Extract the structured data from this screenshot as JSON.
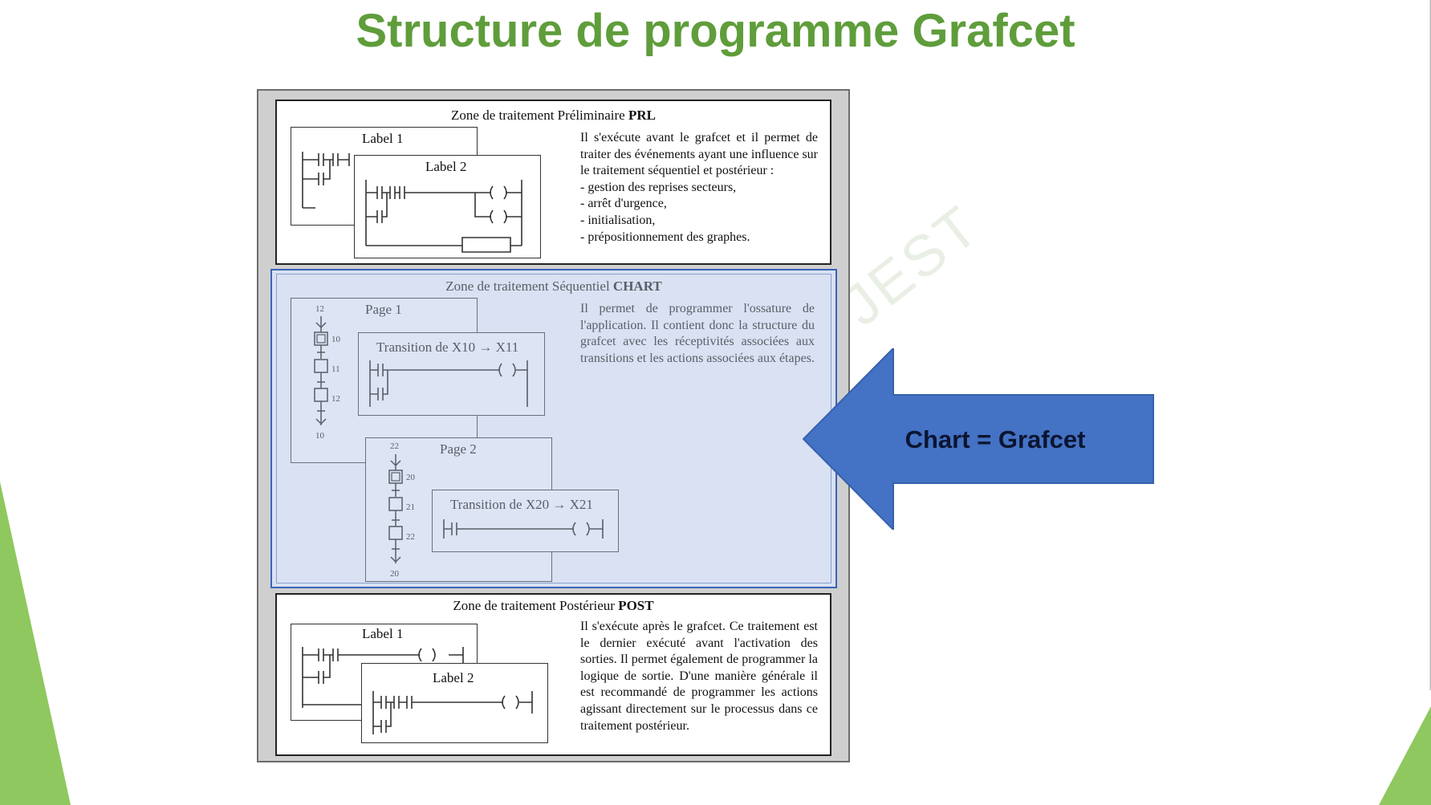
{
  "title": "Structure de programme Grafcet",
  "watermark": "JEST",
  "colors": {
    "title_green": "#5f9d3b",
    "arrow_blue": "#4472c4",
    "chart_fill": "#d9e1f2"
  },
  "prl": {
    "title_prefix": "Zone de traitement Préliminaire",
    "title_bold": "PRL",
    "label1": "Label 1",
    "label2": "Label 2",
    "description": "Il s'exécute avant le grafcet et il permet de traiter des événements ayant une influence sur le traitement séquentiel et postérieur :",
    "items": [
      "- gestion des reprises secteurs,",
      "- arrêt d'urgence,",
      "- initialisation,",
      "- prépositionnement des graphes."
    ]
  },
  "chart": {
    "title_prefix": "Zone de traitement Séquentiel",
    "title_bold": "CHART",
    "page1": "Page 1",
    "page2": "Page 2",
    "transition1": "Transition de X10 → X11",
    "transition2": "Transition de X20 → X21",
    "page1_steps": {
      "from": "12",
      "s1": "10",
      "s2": "11",
      "s3": "12",
      "to": "10"
    },
    "page2_steps": {
      "from": "22",
      "s1": "20",
      "s2": "21",
      "s3": "22",
      "to": "20"
    },
    "description": "Il permet de programmer l'ossature de l'application. Il contient donc la structure du grafcet avec les réceptivités associées aux transitions et les actions associées aux étapes."
  },
  "post": {
    "title_prefix": "Zone de traitement Postérieur",
    "title_bold": "POST",
    "label1": "Label 1",
    "label2": "Label 2",
    "description": "Il s'exécute après le grafcet. Ce traitement est le dernier exécuté avant l'activation des sorties. Il permet également de programmer la logique de sortie. D'une manière générale il est recommandé de programmer les actions agissant directement sur le processus dans ce traitement postérieur."
  },
  "callout": {
    "text": "Chart = Grafcet"
  }
}
